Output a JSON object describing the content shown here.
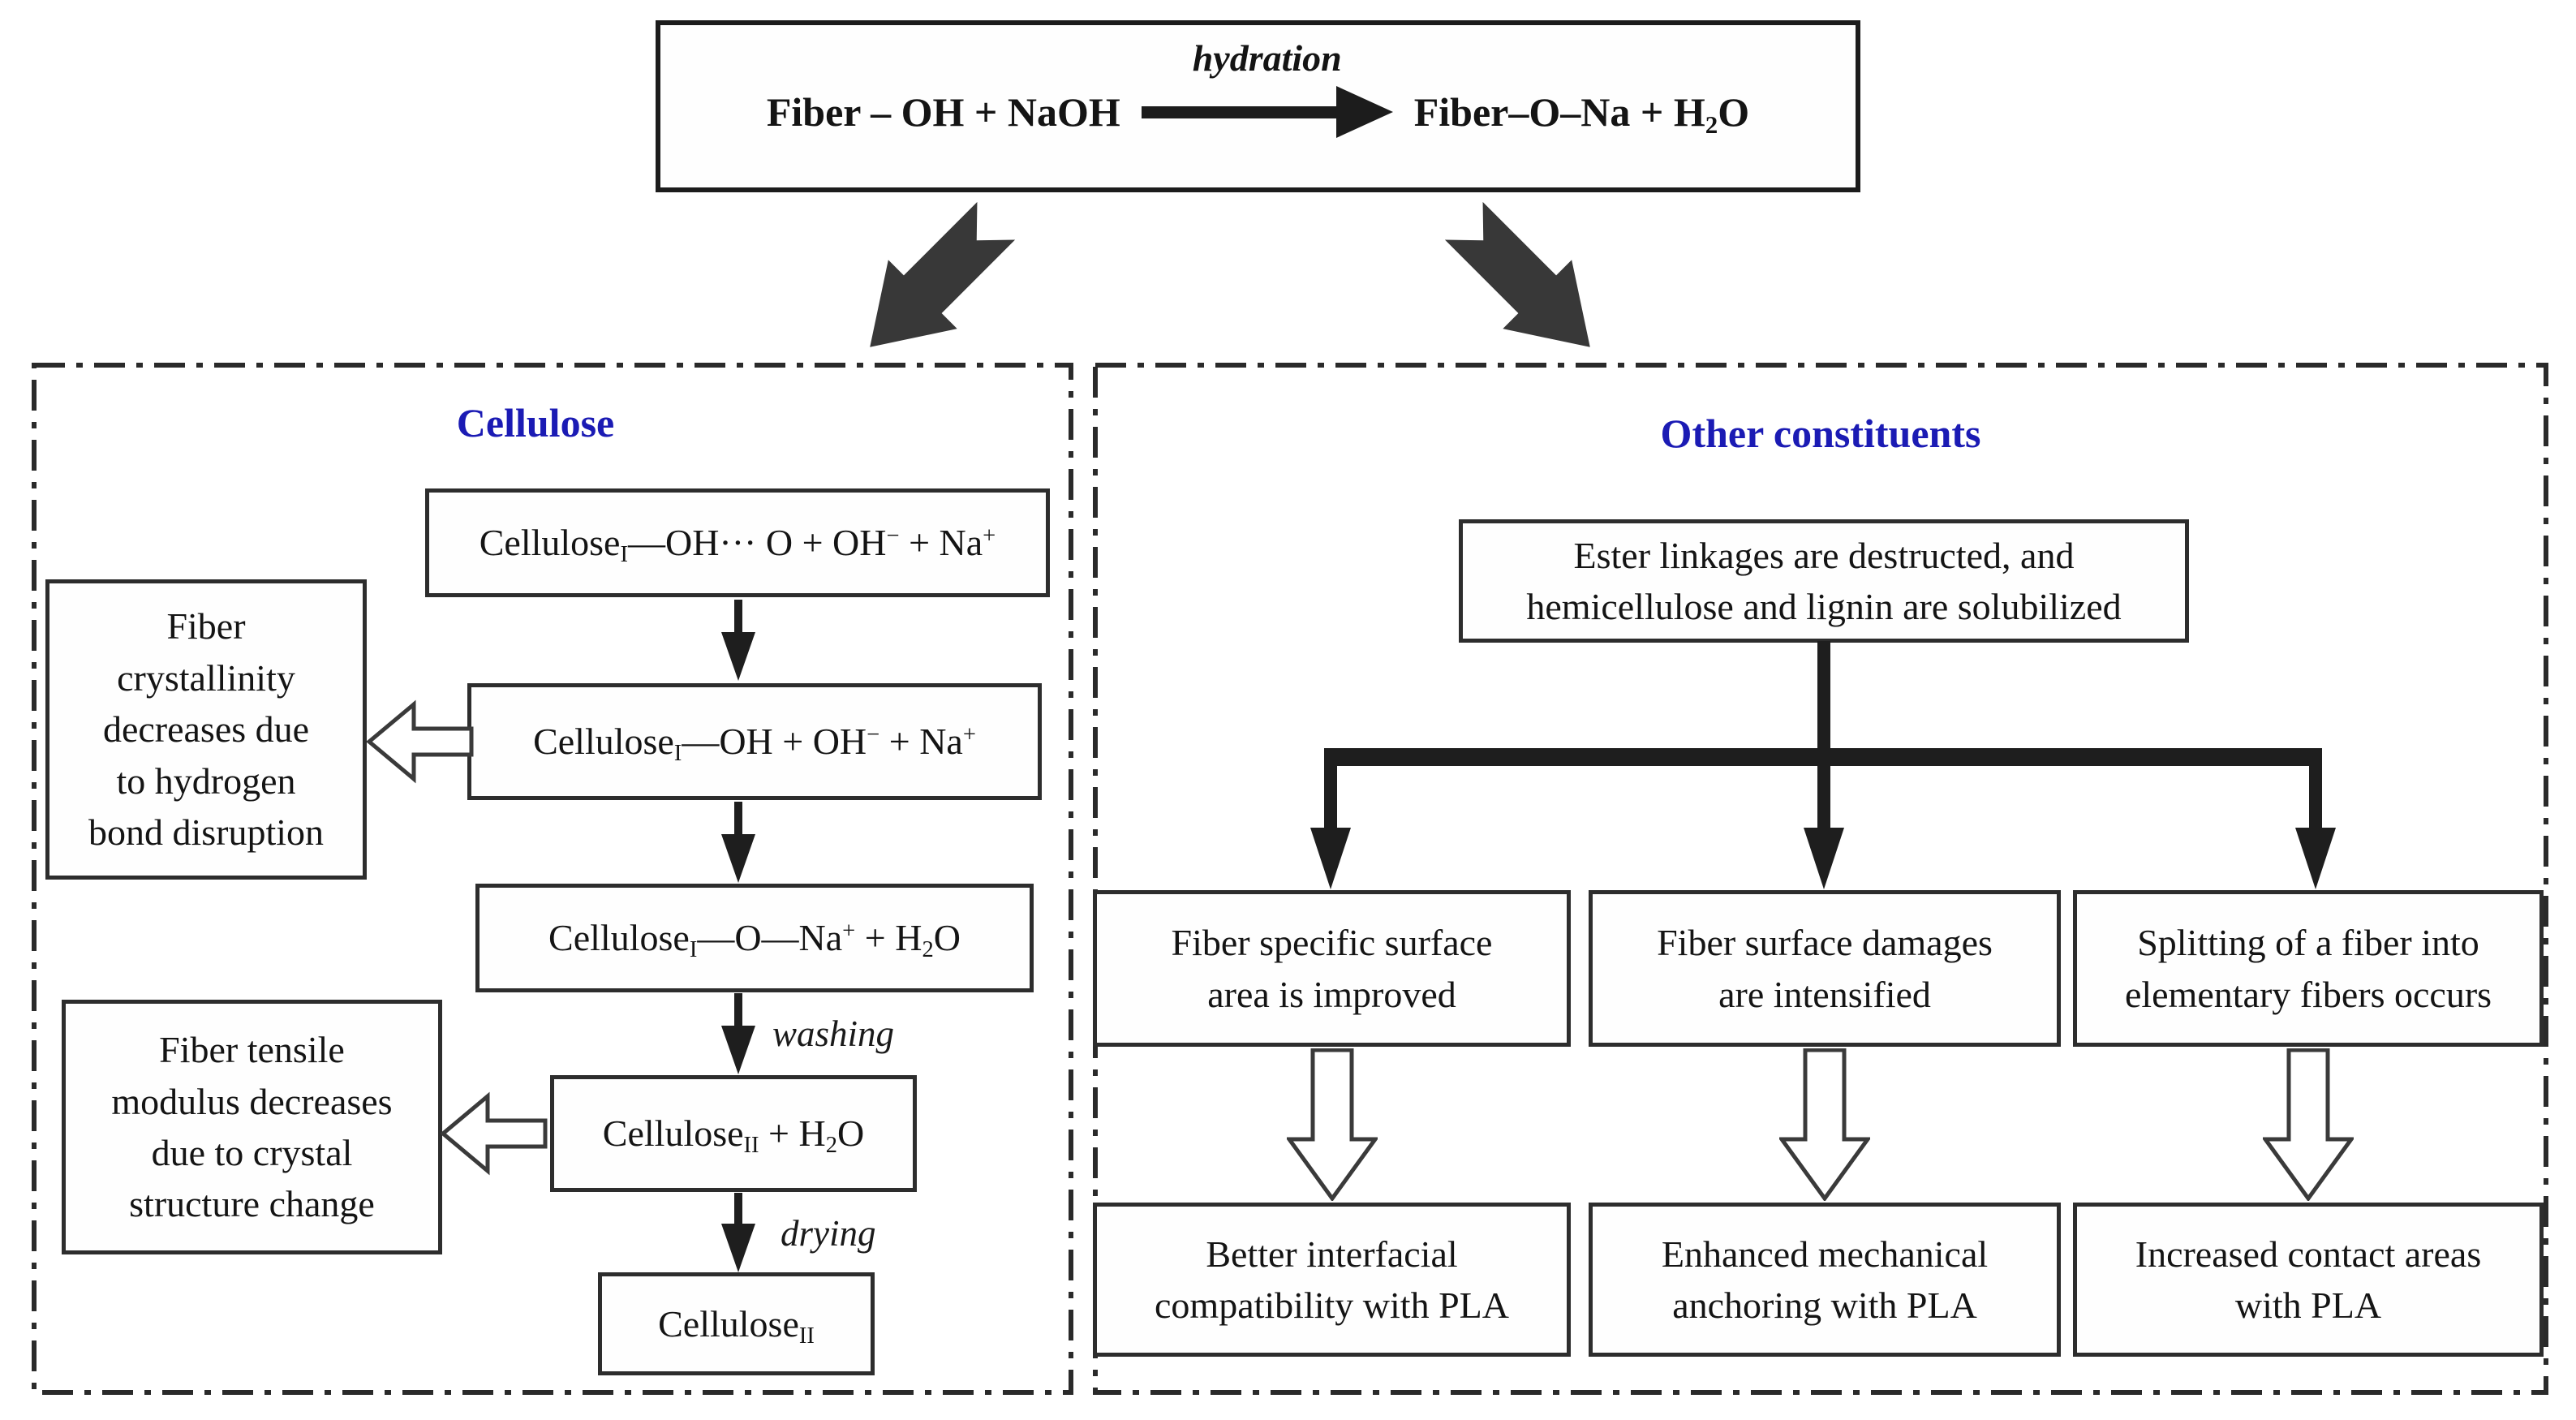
{
  "colors": {
    "title_blue": "#1b1bb4",
    "ink": "#1e1e1e",
    "box_border": "#2d2d2d",
    "big_arrow_fill": "#383838",
    "hollow_arrow_stroke": "#3a3a3a"
  },
  "top_reaction": {
    "hydration_label": "hydration",
    "reactant": "Fiber – OH + NaOH",
    "product_pre": "Fiber–O–Na + H",
    "product_sub": "2",
    "product_post": "O"
  },
  "cellulose_panel": {
    "title": "Cellulose",
    "steps": [
      {
        "pre": "Cellulose",
        "sub1": "I",
        "mid1": "—OH··· O + OH",
        "sup1": "−",
        "mid2": " + Na",
        "sup2": "+"
      },
      {
        "pre": "Cellulose",
        "sub1": "I",
        "mid1": "—OH + OH",
        "sup1": "−",
        "mid2": " + Na",
        "sup2": "+"
      },
      {
        "pre": "Cellulose",
        "sub1": "I",
        "mid1": "—O—Na",
        "sup1": "+",
        "mid2": " + H",
        "sub2": "2",
        "post": "O"
      },
      {
        "pre": "Cellulose",
        "sub1": "II",
        "mid1": " + H",
        "sub2": "2",
        "post": "O"
      },
      {
        "pre": "Cellulose",
        "sub1": "II"
      }
    ],
    "arrow_labels": {
      "washing": "washing",
      "drying": "drying"
    },
    "side_notes": [
      "Fiber\ncrystallinity\ndecreases due\nto hydrogen\nbond disruption",
      "Fiber tensile\nmodulus decreases\ndue to crystal\nstructure change"
    ]
  },
  "other_panel": {
    "title": "Other constituents",
    "root_box": "Ester linkages are destructed, and\nhemicellulose and lignin are solubilized",
    "effects": [
      "Fiber specific surface\narea is improved",
      "Fiber surface damages\nare intensified",
      "Splitting of a fiber into\nelementary fibers occurs"
    ],
    "outcomes": [
      "Better interfacial\ncompatibility with PLA",
      "Enhanced mechanical\nanchoring with PLA",
      "Increased contact areas\nwith PLA"
    ]
  }
}
